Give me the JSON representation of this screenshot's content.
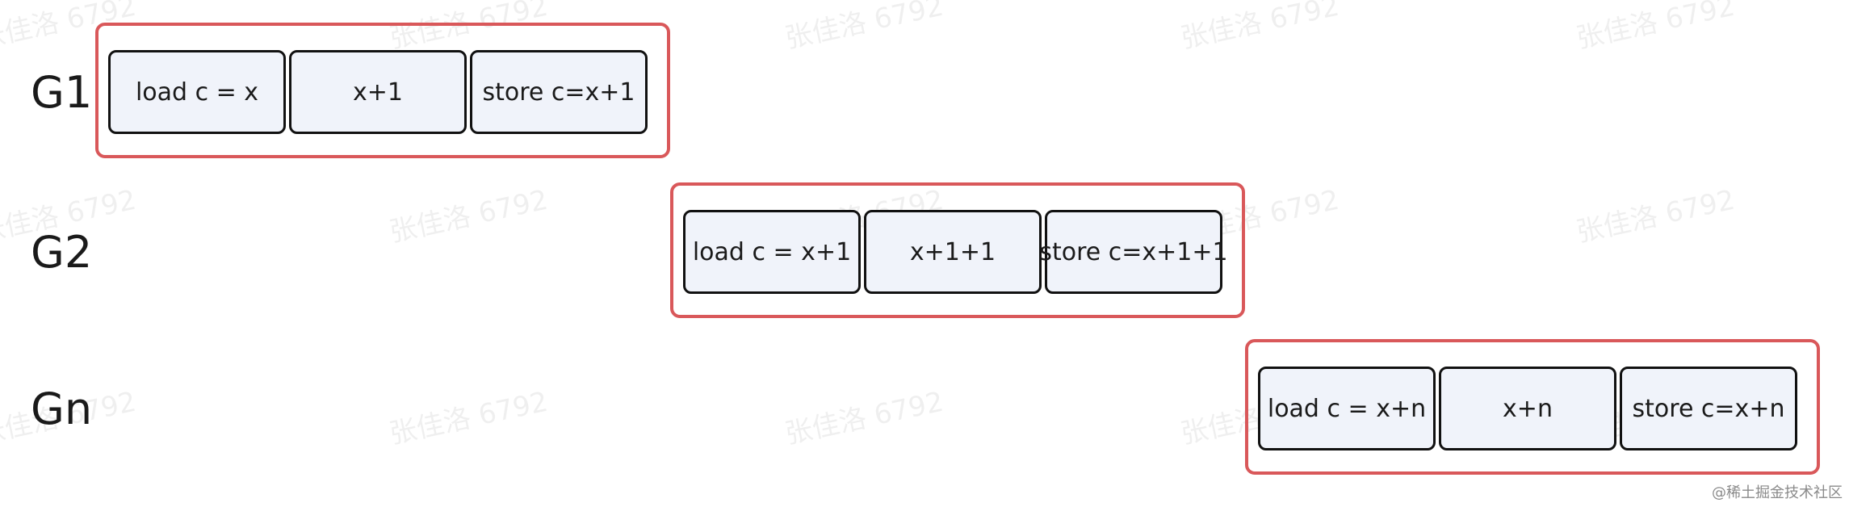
{
  "watermark_text": "张佳洛 6792",
  "credit_text": "@稀土掘金技术社区",
  "rows": [
    {
      "label": "G1",
      "steps": [
        "load c = x",
        "x+1",
        "store c=x+1"
      ]
    },
    {
      "label": "G2",
      "steps": [
        "load c = x+1",
        "x+1+1",
        "store c=x+1+1"
      ]
    },
    {
      "label": "Gn",
      "steps": [
        "load c = x+n",
        "x+n",
        "store c=x+n"
      ]
    }
  ],
  "colors": {
    "frame": "#d9585a",
    "box_fill": "#f0f3fa",
    "box_border": "#111111"
  }
}
